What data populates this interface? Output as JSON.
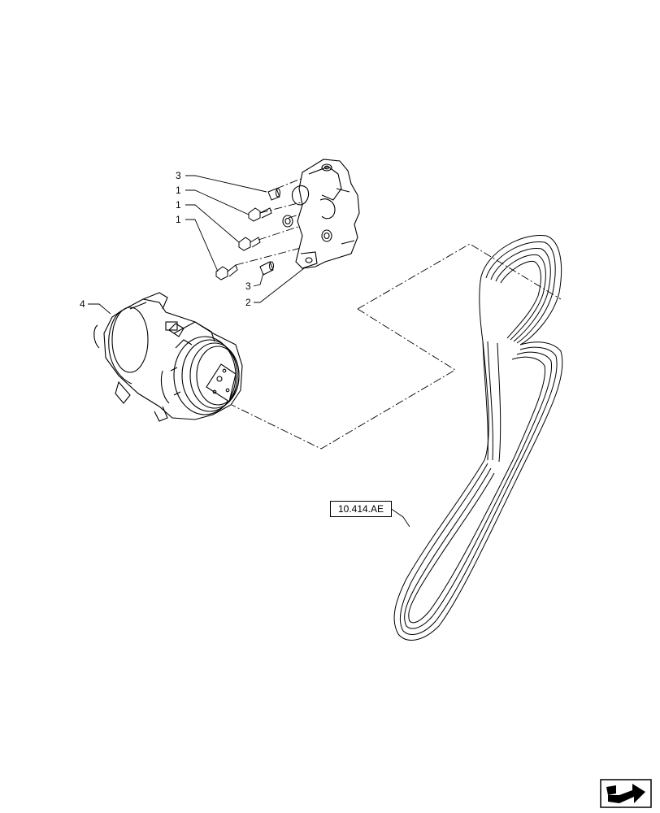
{
  "callouts": {
    "label_3_top": "3",
    "label_1_a": "1",
    "label_1_b": "1",
    "label_1_c": "1",
    "label_4": "4",
    "label_3_bottom": "3",
    "label_2": "2"
  },
  "reference": {
    "section_code": "10.414.AE"
  },
  "icons": {
    "navigation": "next-page-arrow-icon"
  },
  "colors": {
    "line": "#000000",
    "background": "#ffffff"
  }
}
